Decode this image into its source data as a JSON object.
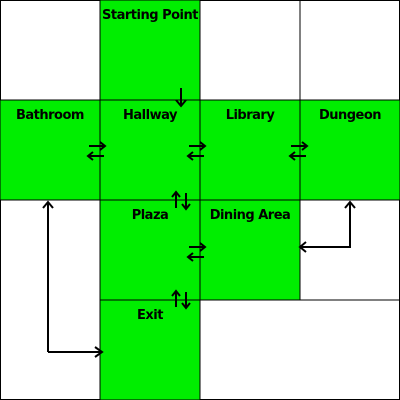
{
  "map": {
    "colors": {
      "room_fill": "#00ee00",
      "wall": "#000000",
      "empty": "#ffffff"
    },
    "rooms": {
      "starting_point": "Starting Point",
      "bathroom": "Bathroom",
      "hallway": "Hallway",
      "library": "Library",
      "dungeon": "Dungeon",
      "plaza": "Plaza",
      "dining_area": "Dining Area",
      "exit": "Exit"
    },
    "icons": {
      "entry": "arrow-down-icon",
      "two_way_horizontal": "two-way-horizontal-arrow-icon",
      "two_way_vertical": "two-way-vertical-arrow-icon",
      "connector": "connector-arrow-icon"
    }
  }
}
